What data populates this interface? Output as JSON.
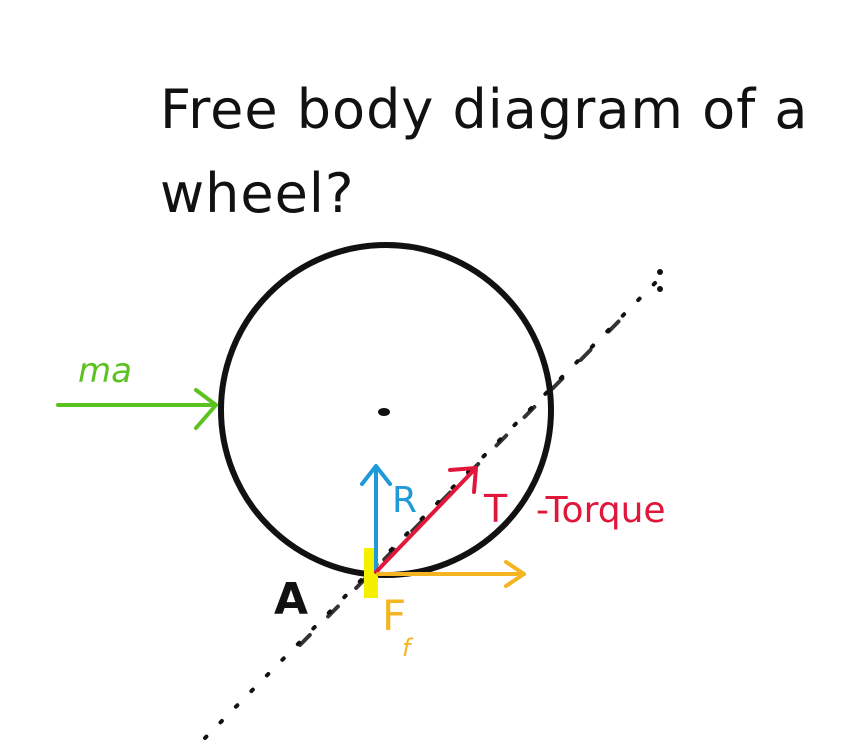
{
  "title": {
    "line1": "Free body diagram of a",
    "line2": "wheel?"
  },
  "labels": {
    "ma": "ma",
    "reaction": "R",
    "torque_symbol": "T",
    "torque_text": "-Torque",
    "friction": "F",
    "friction_subscript": "f",
    "contact_point": "A"
  },
  "colors": {
    "wheel": "#111111",
    "ma_force": "#5cc21f",
    "reaction_force": "#1f9ad8",
    "torque": "#e0173a",
    "friction_force": "#f5b521",
    "contact_highlight": "#f4f000",
    "dotted_line": "#111111"
  }
}
